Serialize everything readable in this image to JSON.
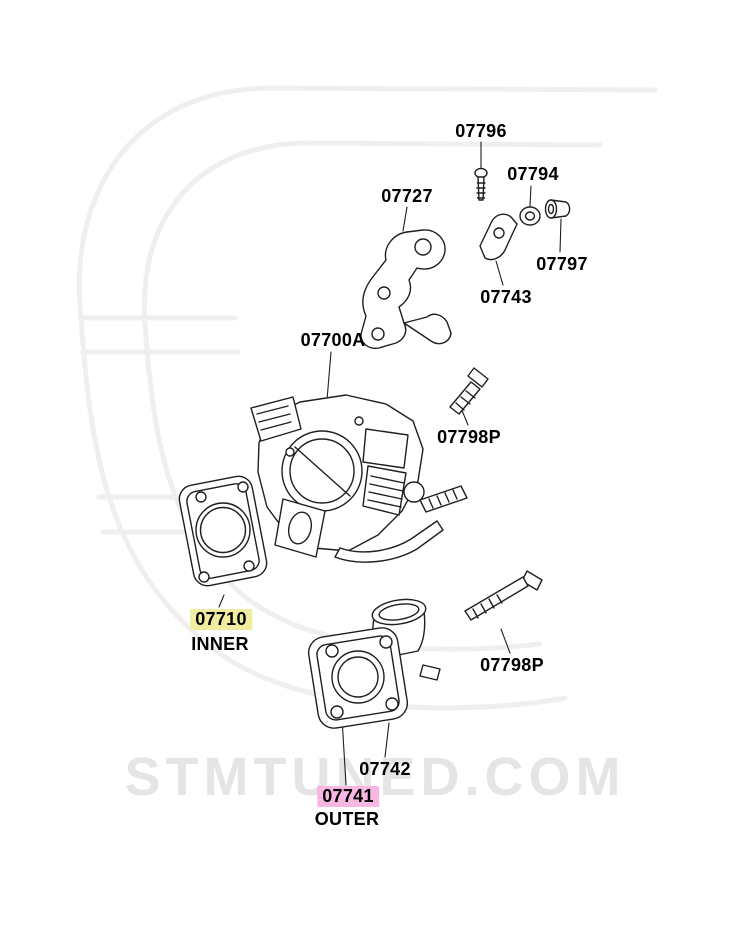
{
  "watermark": {
    "site_text": "STMTUNED.COM"
  },
  "parts": {
    "p07796": {
      "label": "07796"
    },
    "p07794": {
      "label": "07794"
    },
    "p07727": {
      "label": "07727"
    },
    "p07797": {
      "label": "07797"
    },
    "p07743": {
      "label": "07743"
    },
    "p07700A": {
      "label": "07700A"
    },
    "p07798P_upper": {
      "label": "07798P"
    },
    "p07710": {
      "label": "07710",
      "note": "INNER",
      "highlight_color": "#f1eda0"
    },
    "p07798P_lower": {
      "label": "07798P"
    },
    "p07742": {
      "label": "07742"
    },
    "p07741": {
      "label": "07741",
      "note": "OUTER",
      "highlight_color": "#f8b7e2"
    }
  },
  "colors": {
    "line_art": "#1f1f1f",
    "watermark_text": "#e7e4e4",
    "watermark_logo": "#f1eeee"
  }
}
